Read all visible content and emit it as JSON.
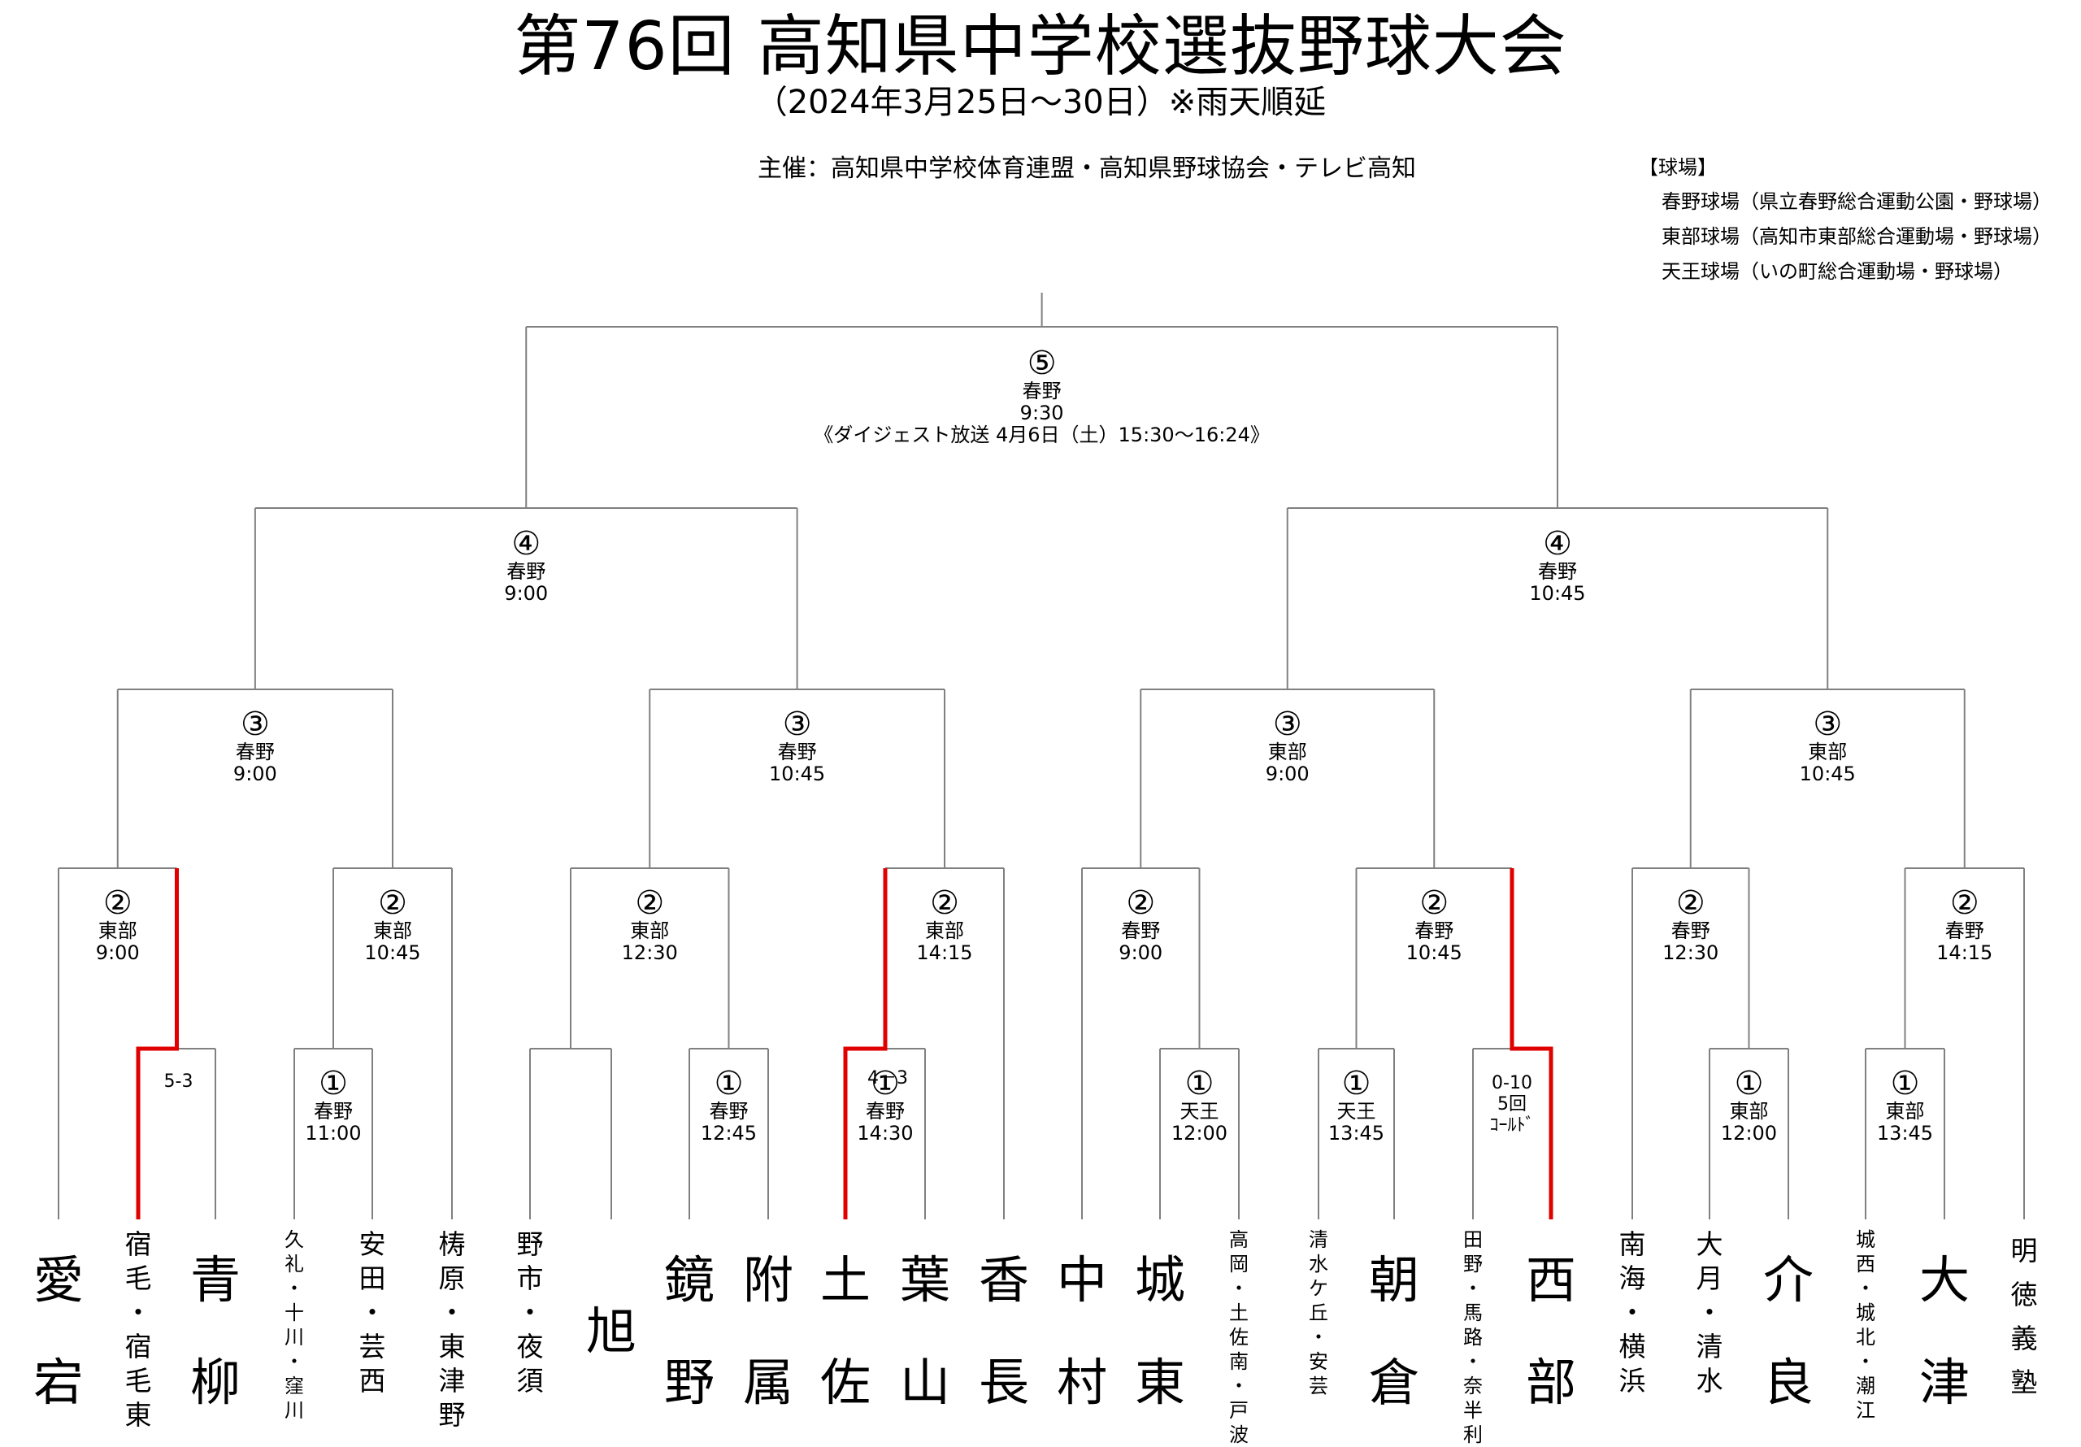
{
  "header": {
    "title": "第76回 高知県中学校選抜野球大会",
    "subtitle": "（2024年3月25日～30日）※雨天順延",
    "organizer": "主催：高知県中学校体育連盟・高知県野球協会・テレビ高知"
  },
  "venues": {
    "heading": "【球場】",
    "items": [
      "春野球場（県立春野総合運動公園・野球場）",
      "東部球場（高知市東部総合運動場・野球場）",
      "天王球場（いの町総合運動場・野球場）"
    ]
  },
  "teams": [
    {
      "label": "愛宕"
    },
    {
      "label": "宿毛・宿毛東"
    },
    {
      "label": "青柳"
    },
    {
      "label": "久礼・十川・窪川"
    },
    {
      "label": "安田・芸西"
    },
    {
      "label": "梼原・東津野"
    },
    {
      "label": "野市・夜須"
    },
    {
      "label": "旭"
    },
    {
      "label": "鏡野"
    },
    {
      "label": "附属"
    },
    {
      "label": "土佐"
    },
    {
      "label": "葉山"
    },
    {
      "label": "香長"
    },
    {
      "label": "中村"
    },
    {
      "label": "城東"
    },
    {
      "label": "高岡・土佐南・戸波"
    },
    {
      "label": "清水ケ丘・安芸"
    },
    {
      "label": "朝倉"
    },
    {
      "label": "田野・馬路・奈半利"
    },
    {
      "label": "西部"
    },
    {
      "label": "南海・横浜"
    },
    {
      "label": "大月・清水"
    },
    {
      "label": "介良"
    },
    {
      "label": "城西・城北・潮江"
    },
    {
      "label": "大津"
    },
    {
      "label": "明徳義塾"
    }
  ],
  "matches": [
    {
      "round": "①",
      "venue": "春野",
      "time": "11:00"
    },
    {
      "round": "①",
      "venue": "春野",
      "time": "12:45"
    },
    {
      "round": "①",
      "venue": "春野",
      "time": "14:30"
    },
    {
      "round": "①",
      "venue": "天王",
      "time": "12:00"
    },
    {
      "round": "①",
      "venue": "天王",
      "time": "13:45"
    },
    {
      "round": "①",
      "venue": "東部",
      "time": "12:00"
    },
    {
      "round": "①",
      "venue": "東部",
      "time": "13:45"
    },
    {
      "round": "②",
      "venue": "東部",
      "time": "9:00"
    },
    {
      "round": "②",
      "venue": "東部",
      "time": "10:45"
    },
    {
      "round": "②",
      "venue": "東部",
      "time": "12:30"
    },
    {
      "round": "②",
      "venue": "東部",
      "time": "14:15"
    },
    {
      "round": "②",
      "venue": "春野",
      "time": "9:00"
    },
    {
      "round": "②",
      "venue": "春野",
      "time": "10:45"
    },
    {
      "round": "②",
      "venue": "春野",
      "time": "12:30"
    },
    {
      "round": "②",
      "venue": "春野",
      "time": "14:15"
    },
    {
      "round": "③",
      "venue": "春野",
      "time": "9:00"
    },
    {
      "round": "③",
      "venue": "春野",
      "time": "10:45"
    },
    {
      "round": "③",
      "venue": "東部",
      "time": "9:00"
    },
    {
      "round": "③",
      "venue": "東部",
      "time": "10:45"
    },
    {
      "round": "④",
      "venue": "春野",
      "time": "9:00"
    },
    {
      "round": "④",
      "venue": "春野",
      "time": "10:45"
    },
    {
      "round": "⑤",
      "venue": "春野",
      "time": "9:30",
      "note": "《ダイジェスト放送 4月6日（土）15:30～16:24》"
    }
  ],
  "scores": [
    {
      "text": "5-3"
    },
    {
      "text": "4－3"
    },
    {
      "text": "0-10\n5回\nｺｰﾙﾄﾞ"
    }
  ],
  "colors": {
    "line": "#808080",
    "winner": "#e00000",
    "text": "#000000"
  }
}
